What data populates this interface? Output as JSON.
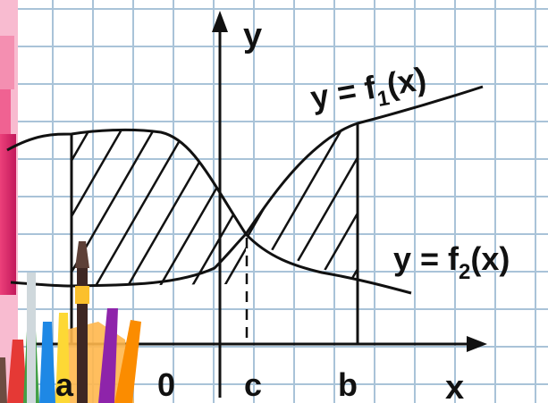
{
  "diagram": {
    "y_axis_label": "y",
    "x_axis_label": "x",
    "curve_1_label": {
      "prefix": "y = f",
      "subscript": "1",
      "suffix": "(x)"
    },
    "curve_2_label": {
      "prefix": "y = f",
      "subscript": "2",
      "suffix": "(x)"
    },
    "tick_a": "a",
    "tick_zero": "0",
    "tick_c": "c",
    "tick_b": "b"
  },
  "colors": {
    "grid_line": "#a9c3d8",
    "curve": "#111111",
    "left_banner": "#c2185b"
  },
  "decoration": {
    "left_strip_icon": "pink-banner",
    "bottom_left_icon": "colored-pencils-and-brush"
  }
}
